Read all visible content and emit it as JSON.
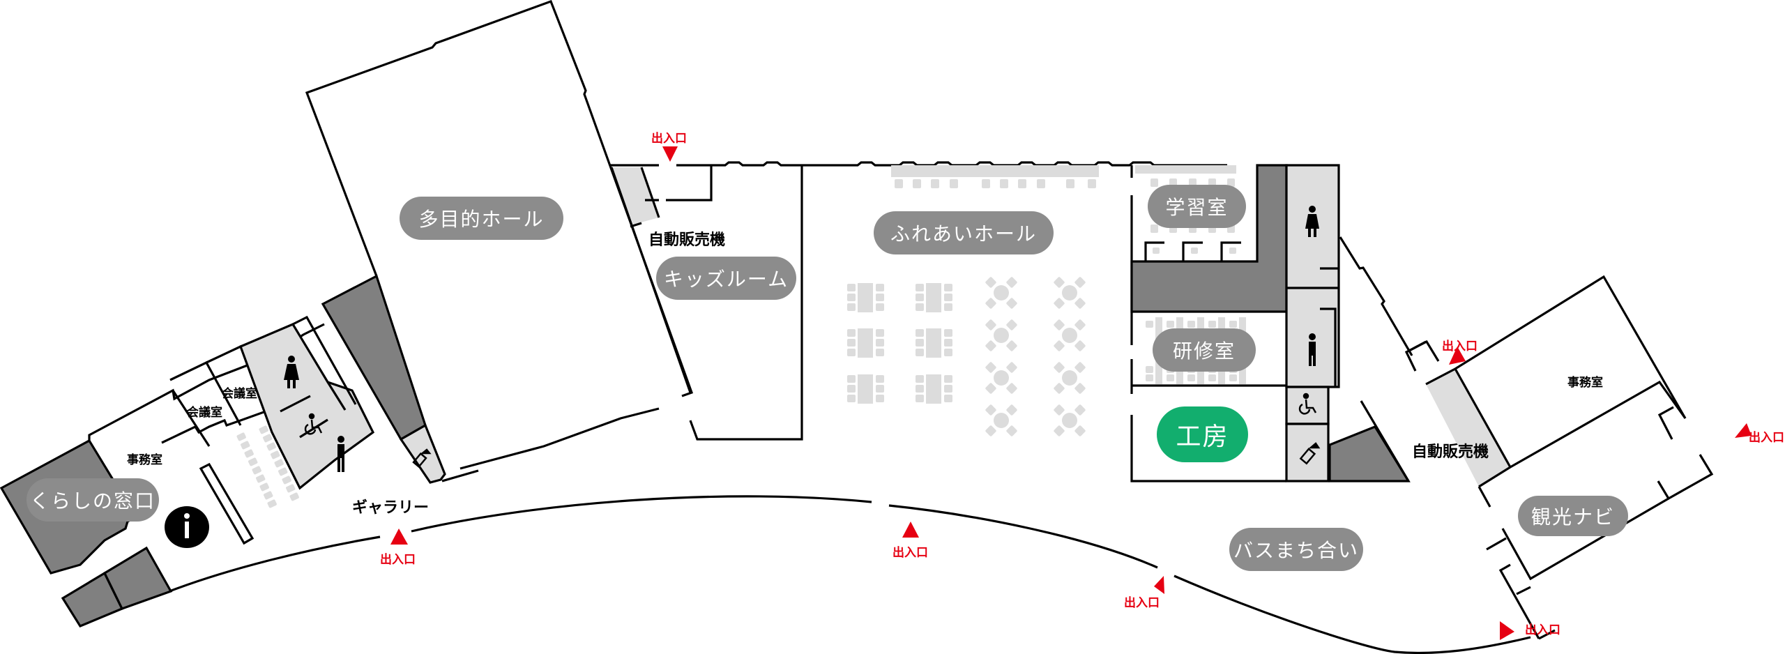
{
  "map": {
    "title": "Floor plan",
    "accent_color": "#12ae6e",
    "entrance_color": "#e60012",
    "pill_color": "#8c8c8c"
  },
  "rooms": {
    "multipurpose_hall": "多目的ホール",
    "kids_room": "キッズルーム",
    "fureai_hall": "ふれあいホール",
    "study_room": "学習室",
    "training_room": "研修室",
    "workshop": "工房",
    "kurashi_window": "くらしの窓口",
    "bus_waiting": "バスまち合い",
    "tourism_navi": "観光ナビ"
  },
  "labels": {
    "office_left": "事務室",
    "meeting_room_1": "会議室",
    "meeting_room_2": "会議室",
    "gallery": "ギャラリー",
    "vending_left": "自動販売機",
    "vending_right": "自動販売機",
    "office_right": "事務室"
  },
  "entrances": [
    {
      "id": "north-kids",
      "label": "出入口"
    },
    {
      "id": "gallery",
      "label": "出入口"
    },
    {
      "id": "south-center",
      "label": "出入口"
    },
    {
      "id": "south-bus",
      "label": "出入口"
    },
    {
      "id": "east-upper",
      "label": "出入口"
    },
    {
      "id": "east-right",
      "label": "出入口"
    },
    {
      "id": "east-bottom",
      "label": "出入口"
    }
  ],
  "icons": {
    "info": "i"
  }
}
